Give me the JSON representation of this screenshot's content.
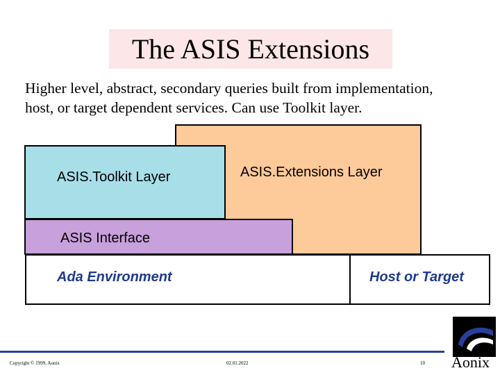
{
  "slide": {
    "title": "The ASIS Extensions",
    "subtitle_line1": "Higher level, abstract, secondary queries built from implementation,",
    "subtitle_line2": "host, or target dependent services.  Can use Toolkit layer."
  },
  "diagram": {
    "extensions_layer": "ASIS.Extensions Layer",
    "toolkit_layer": "ASIS.Toolkit Layer",
    "asis_interface": "ASIS Interface",
    "ada_environment": "Ada Environment",
    "host_or_target": "Host or Target"
  },
  "colors": {
    "title_bg": "#fde6e8",
    "extensions_fill": "#fdca9a",
    "toolkit_fill": "#a8dee8",
    "interface_fill": "#c8a0dc",
    "italic_label": "#1f3a8c",
    "footer_line": "#2a3f9a"
  },
  "footer": {
    "copyright": "Copyright © 1999, Aonix",
    "date": "02.01.2022",
    "page_number": "10",
    "brand": "Aonix"
  }
}
